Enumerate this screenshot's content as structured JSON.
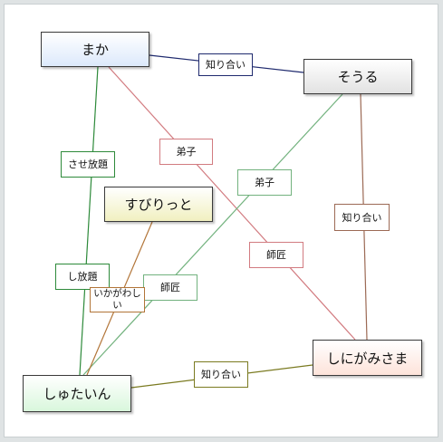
{
  "nodes": {
    "maka": {
      "label": "まか",
      "color": "#dce9fb"
    },
    "souru": {
      "label": "そうる",
      "color": "#e2e2e2"
    },
    "subirritto": {
      "label": "すびりっと",
      "color": "#f1f0c0"
    },
    "shinigamisama": {
      "label": "しにがみさま",
      "color": "#fde3da"
    },
    "shutain": {
      "label": "しゅたいん",
      "color": "#d9f7dc"
    }
  },
  "edges": [
    {
      "from": "maka",
      "to": "souru",
      "label": "知り合い",
      "color": "#1f2a6e"
    },
    {
      "from": "maka",
      "to": "shinigamisama",
      "label": "弟子",
      "color": "#d27b80"
    },
    {
      "from": "maka",
      "to": "shutain",
      "label": "させ放題",
      "color": "#2d8a3a"
    },
    {
      "from": "souru",
      "to": "shutain",
      "label": "弟子",
      "color": "#72b27e"
    },
    {
      "from": "souru",
      "to": "shinigamisama",
      "label": "知り合い",
      "color": "#9c6a55"
    },
    {
      "from": "shinigamisama",
      "to": "shutain",
      "label": "知り合い",
      "color": "#7a7a20"
    },
    {
      "from": "subirritto",
      "to": "shutain",
      "label": "いかがわしい",
      "color": "#b27538"
    },
    {
      "from": "shutain",
      "to": "maka",
      "label": "し放題",
      "color": "#2d8a3a"
    },
    {
      "from": "shinigamisama",
      "to": "maka",
      "label": "師匠",
      "color": "#d27b80"
    },
    {
      "from": "shutain",
      "to": "souru",
      "label": "師匠",
      "color": "#72b27e"
    }
  ]
}
